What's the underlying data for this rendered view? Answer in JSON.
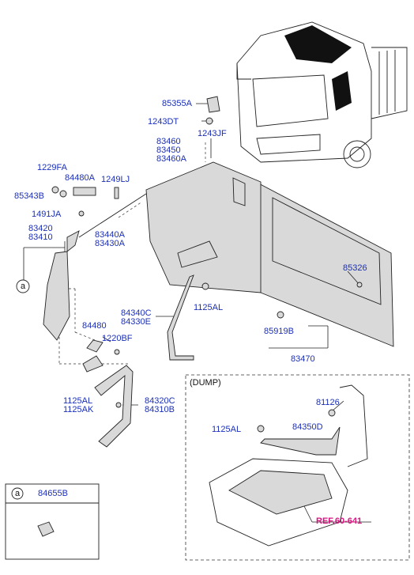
{
  "labels": {
    "p85355A": "85355A",
    "p1243DT": "1243DT",
    "p1243JF": "1243JF",
    "p83460": "83460",
    "p83450": "83450",
    "p83460A": "83460A",
    "p1229FA": "1229FA",
    "p84480A": "84480A",
    "p1249LJ": "1249LJ",
    "p85343B": "85343B",
    "p1491JA": "1491JA",
    "p83420": "83420",
    "p83410": "83410",
    "p83440A": "83440A",
    "p83430A": "83430A",
    "p85326": "85326",
    "p84340C": "84340C",
    "p84330E": "84330E",
    "p1125AL_a": "1125AL",
    "p85919B": "85919B",
    "p84480": "84480",
    "p1220BF": "1220BF",
    "p83470": "83470",
    "p1125AL_b": "1125AL",
    "p1125AK": "1125AK",
    "p84320C": "84320C",
    "p84310B": "84310B",
    "p81126": "81126",
    "p1125AL_c": "1125AL",
    "p84350D": "84350D"
  },
  "callout_a": "a",
  "dump_box": {
    "title": "(DUMP)",
    "ref": "REF.60-641"
  },
  "legend_box": {
    "marker": "a",
    "part": "84655B"
  }
}
